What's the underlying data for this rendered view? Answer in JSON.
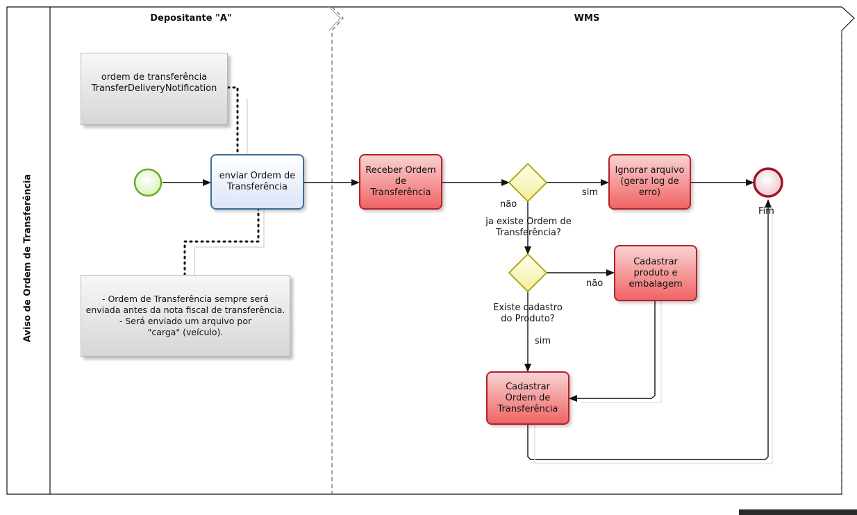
{
  "pool_title": "Aviso de Ordem de Transferência",
  "lanes": {
    "lane1": "Depositante \"A\"",
    "lane2": "WMS"
  },
  "notes": {
    "note1": [
      "ordem de transferência",
      "TransferDeliveryNotification"
    ],
    "note2": [
      "- Ordem de Transferência sempre será",
      "enviada antes da nota fiscal de transferência.",
      "- Será enviado um arquivo por",
      "\"carga\" (veículo)."
    ]
  },
  "tasks": {
    "enviar": [
      "enviar Ordem de",
      "Transferência"
    ],
    "receber": [
      "Receber Ordem",
      "de",
      "Transferência"
    ],
    "ignorar": [
      "Ignorar arquivo",
      "(gerar log de",
      "erro)"
    ],
    "cadastrar_produto": [
      "Cadastrar",
      "produto e",
      "embalagem"
    ],
    "cadastrar_ordem": [
      "Cadastrar",
      "Ordem de",
      "Transferência"
    ]
  },
  "gateways": {
    "g1_question": [
      "ja existe Ordem de",
      "Transferência?"
    ],
    "g2_question": [
      "Existe cadastro",
      "do Produto?"
    ]
  },
  "edge_labels": {
    "g1_sim": "sim",
    "g1_nao": "não",
    "g2_nao": "não",
    "g2_sim": "sim"
  },
  "end_label": "Fim",
  "colors": {
    "start_stroke": "#6aaa2a",
    "end_stroke": "#a0142a",
    "gateway_stroke": "#a6a200",
    "task_red_border": "#b51f2a",
    "task_blue_border": "#3a6d9c"
  }
}
